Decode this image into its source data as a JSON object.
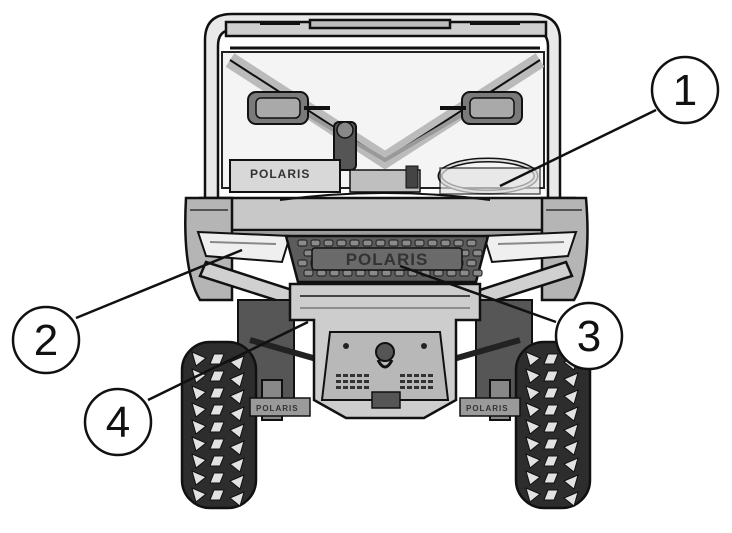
{
  "diagram": {
    "brand_text": "POLARIS",
    "callouts": [
      {
        "label": "1",
        "part": "windshield"
      },
      {
        "label": "2",
        "part": "headlight"
      },
      {
        "label": "3",
        "part": "grille"
      },
      {
        "label": "4",
        "part": "front-bumper"
      }
    ]
  }
}
